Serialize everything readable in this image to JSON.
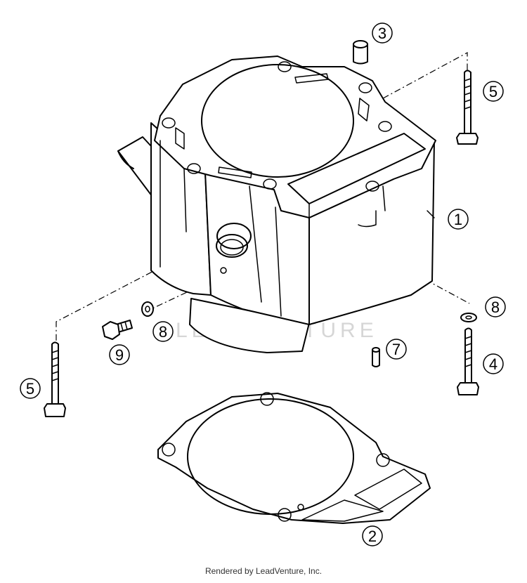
{
  "callouts": {
    "c1": "1",
    "c2": "2",
    "c3": "3",
    "c4": "4",
    "c5a": "5",
    "c5b": "5",
    "c7": "7",
    "c8a": "8",
    "c8b": "8",
    "c9": "9"
  },
  "watermark": "LEADVENTURE",
  "footer": "Rendered by LeadVenture, Inc."
}
